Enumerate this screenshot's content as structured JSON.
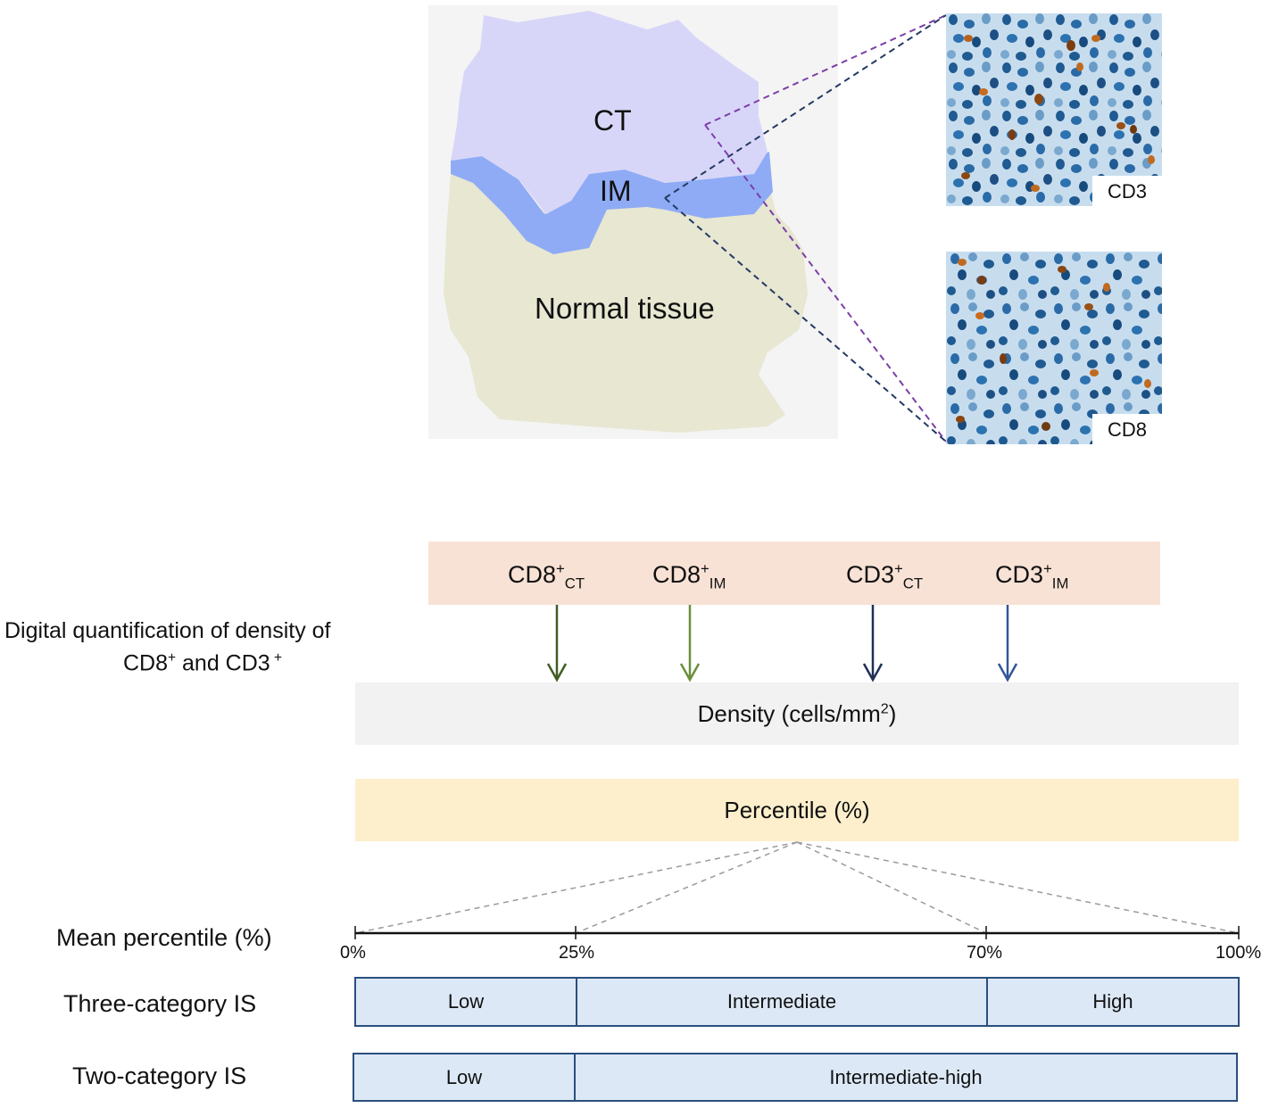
{
  "regions": {
    "ct": "CT",
    "im": "IM",
    "normal": "Normal tissue"
  },
  "micrographs": {
    "cd3": "CD3",
    "cd8": "CD8"
  },
  "markers": [
    {
      "base": "CD8",
      "sup": "+",
      "sub": "CT"
    },
    {
      "base": "CD8",
      "sup": "+",
      "sub": "IM"
    },
    {
      "base": "CD3",
      "sup": "+",
      "sub": "CT"
    },
    {
      "base": "CD3",
      "sup": "+",
      "sub": "IM"
    }
  ],
  "side_label": {
    "line1": "Digital quantification of density of",
    "line2_a": "CD8",
    "line2_sup_a": "+",
    "line2_b": " and CD3",
    "line2_sup_b": " +"
  },
  "density": {
    "text": "Density (cells/mm",
    "sup": "2",
    "close": ")"
  },
  "percentile": {
    "text": "Percentile (%)"
  },
  "scale": {
    "row_label": "Mean percentile (%)",
    "ticks": [
      "0%",
      "25%",
      "70%",
      "100%"
    ]
  },
  "three_category": {
    "row_label": "Three-category IS",
    "cells": [
      "Low",
      "Intermediate",
      "High"
    ]
  },
  "two_category": {
    "row_label": "Two-category IS",
    "cells": [
      "Low",
      "Intermediate-high"
    ]
  },
  "colors": {
    "ct_region": "#d8d6f8",
    "im_region": "#8fabf5",
    "normal_region": "#e7e7d2",
    "marker_bar": "#f8e2d5",
    "density_bar": "#f2f2f2",
    "percentile_bar": "#fdefcc",
    "category_fill": "#dce8f6",
    "category_border": "#2a4f7e",
    "cd8_arrow": "#4d6b2a",
    "cd3_arrow": "#27406e"
  }
}
